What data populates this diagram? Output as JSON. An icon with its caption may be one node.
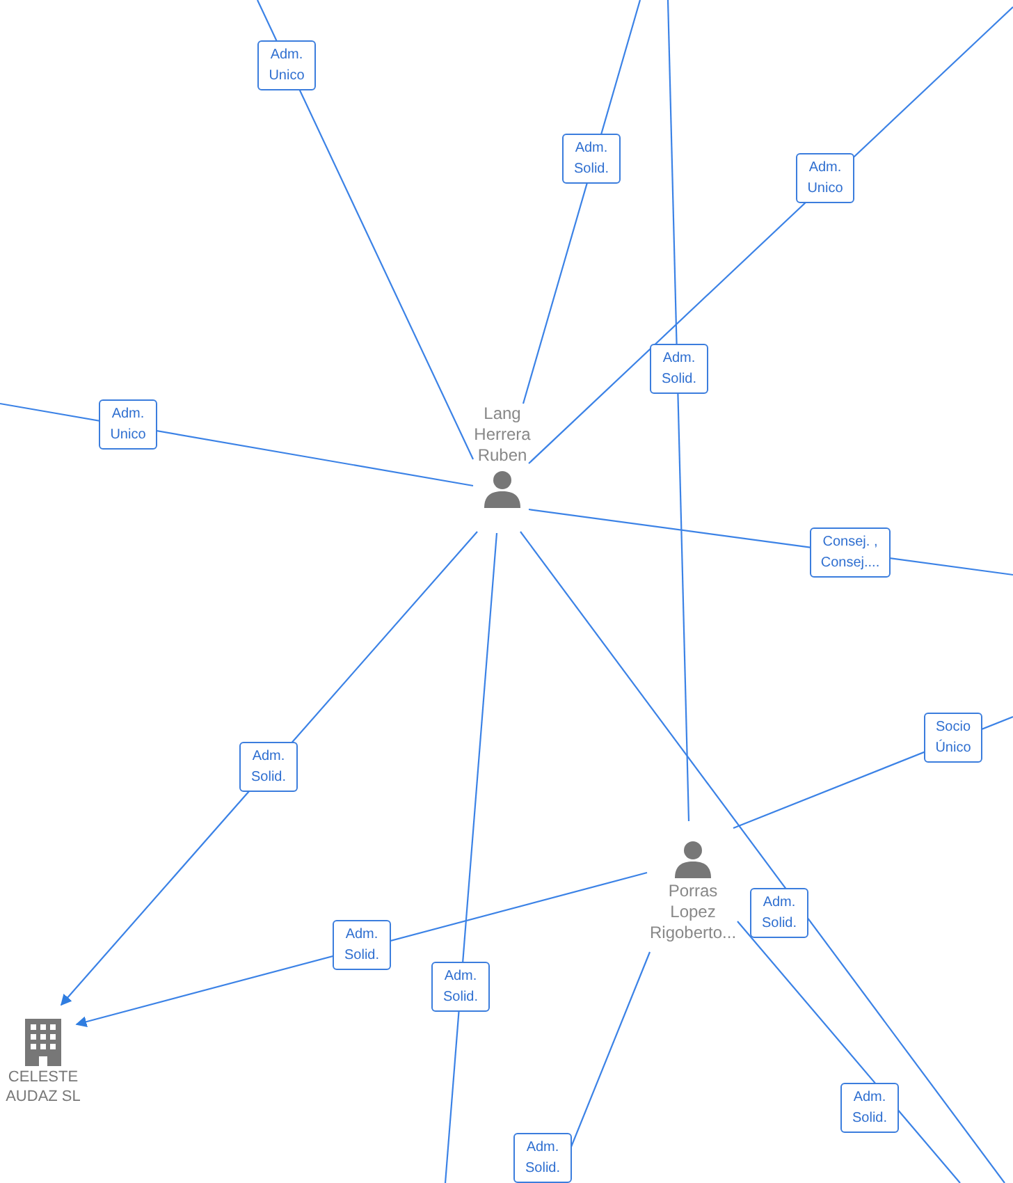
{
  "diagram": {
    "nodes": [
      {
        "text": [
          "Lang Herrera Ruben"
        ]
      },
      {
        "text": [
          "Porras Lopez Rigoberto..."
        ]
      },
      {
        "text": [
          "CELESTE AUDAZ SL"
        ]
      }
    ],
    "edges": [
      {
        "from": 0,
        "to": null,
        "arrow": "none",
        "label": "Adm. Unico"
      },
      {
        "from": 0,
        "to": null,
        "arrow": "none",
        "label": "Adm. Solid."
      },
      {
        "from": 0,
        "to": null,
        "arrow": "none",
        "label": "Adm. Unico"
      },
      {
        "from": 0,
        "to": null,
        "arrow": "none",
        "label": "Adm. Unico"
      },
      {
        "from": 0,
        "to": null,
        "arrow": "none",
        "label": "Consej. , Consej...."
      },
      {
        "from": 0,
        "to": 2,
        "arrow": "to",
        "label": "Adm. Solid."
      },
      {
        "from": 0,
        "to": null,
        "arrow": "none",
        "label": "Adm. Solid."
      },
      {
        "from": 0,
        "to": null,
        "arrow": "none",
        "label": "Adm. Solid."
      },
      {
        "from": 1,
        "to": null,
        "arrow": "none",
        "label": "Adm. Solid."
      },
      {
        "from": 1,
        "to": null,
        "arrow": "none",
        "label": "Adm. Solid."
      },
      {
        "from": 1,
        "to": null,
        "arrow": "none",
        "label": "Socio Único"
      },
      {
        "from": 1,
        "to": 2,
        "arrow": "to",
        "label": "Adm. Solid."
      },
      {
        "from": 1,
        "to": null,
        "arrow": "none",
        "label": "Adm. Solid."
      }
    ]
  }
}
